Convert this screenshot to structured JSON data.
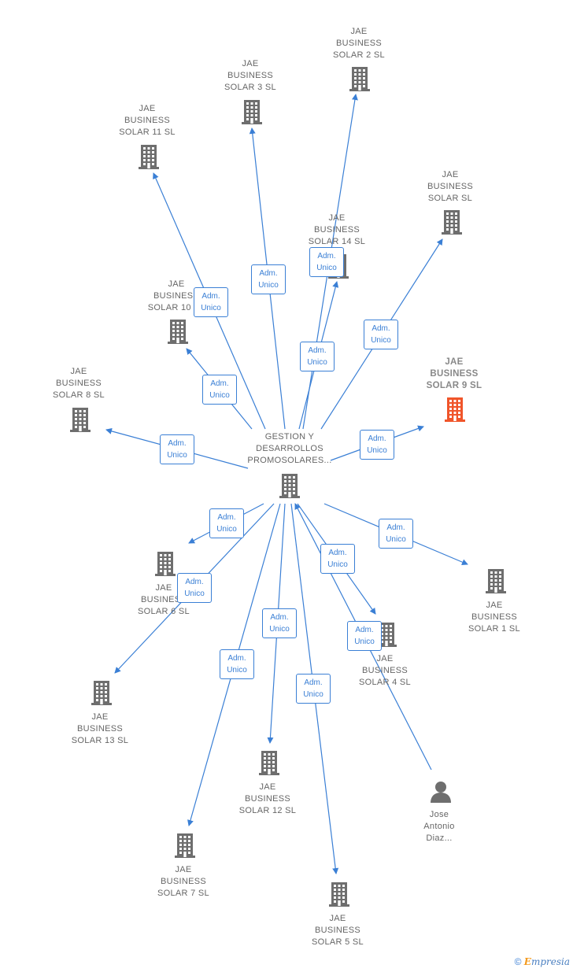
{
  "diagram": {
    "center": {
      "label_lines": [
        "GESTION Y",
        "DESARROLLOS",
        "PROMOSOLARES..."
      ]
    },
    "companies": [
      {
        "id": "solar2",
        "label_lines": [
          "JAE",
          "BUSINESS",
          "SOLAR 2  SL"
        ]
      },
      {
        "id": "solar3",
        "label_lines": [
          "JAE",
          "BUSINESS",
          "SOLAR 3  SL"
        ]
      },
      {
        "id": "solar11",
        "label_lines": [
          "JAE",
          "BUSINESS",
          "SOLAR 11  SL"
        ]
      },
      {
        "id": "solar",
        "label_lines": [
          "JAE",
          "BUSINESS",
          "SOLAR  SL"
        ]
      },
      {
        "id": "solar14",
        "label_lines": [
          "JAE",
          "BUSINESS",
          "SOLAR 14  SL"
        ]
      },
      {
        "id": "solar10",
        "label_lines": [
          "JAE",
          "BUSINESS",
          "SOLAR 10  SL"
        ]
      },
      {
        "id": "solar9",
        "label_lines": [
          "JAE",
          "BUSINESS",
          "SOLAR 9  SL"
        ],
        "highlight": true
      },
      {
        "id": "solar8",
        "label_lines": [
          "JAE",
          "BUSINESS",
          "SOLAR 8  SL"
        ]
      },
      {
        "id": "solar6",
        "label_lines": [
          "JAE",
          "BUSINESS",
          "SOLAR 6  SL"
        ]
      },
      {
        "id": "solar1",
        "label_lines": [
          "JAE",
          "BUSINESS",
          "SOLAR 1  SL"
        ]
      },
      {
        "id": "solar4",
        "label_lines": [
          "JAE",
          "BUSINESS",
          "SOLAR 4  SL"
        ]
      },
      {
        "id": "solar13",
        "label_lines": [
          "JAE",
          "BUSINESS",
          "SOLAR 13  SL"
        ]
      },
      {
        "id": "solar12",
        "label_lines": [
          "JAE",
          "BUSINESS",
          "SOLAR 12  SL"
        ]
      },
      {
        "id": "solar7",
        "label_lines": [
          "JAE",
          "BUSINESS",
          "SOLAR 7  SL"
        ]
      },
      {
        "id": "solar5",
        "label_lines": [
          "JAE",
          "BUSINESS",
          "SOLAR 5  SL"
        ]
      }
    ],
    "person": {
      "id": "jose",
      "label_lines": [
        "Jose",
        "Antonio",
        "Diaz..."
      ]
    },
    "relation_label_lines": [
      "Adm.",
      "Unico"
    ],
    "colors": {
      "edge": "#3a7fd5",
      "node_icon": "#6e6e6e",
      "highlight_icon": "#f0552a",
      "label": "#666666"
    }
  },
  "footer": {
    "copyright_symbol": "©",
    "brand_initial": "E",
    "brand_rest": "mpresia"
  }
}
